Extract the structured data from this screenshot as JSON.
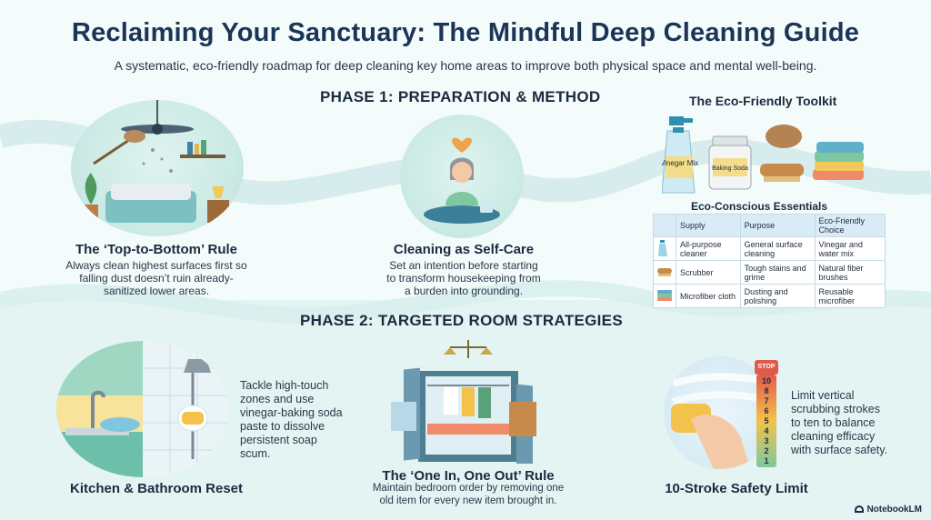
{
  "header": {
    "title": "Reclaiming Your Sanctuary: The Mindful Deep Cleaning Guide",
    "subtitle": "A systematic, eco-friendly roadmap for deep cleaning key home areas to improve both physical space and mental well-being."
  },
  "phase1": {
    "label": "PHASE 1: PREPARATION & METHOD",
    "top_to_bottom": {
      "title": "The ‘Top-to-Bottom’ Rule",
      "text": [
        "Always clean highest surfaces first so",
        "falling dust doesn’t ruin already-",
        "sanitized lower areas."
      ]
    },
    "self_care": {
      "title": "Cleaning as Self-Care",
      "text": [
        "Set an intention before starting",
        "to transform housekeeping from",
        "a burden into grounding."
      ]
    }
  },
  "toolkit": {
    "title": "The Eco-Friendly Toolkit",
    "labels": {
      "vinegar": "Vinegar Mix",
      "soda": "Baking Soda"
    },
    "essentials_title": "Eco-Conscious Essentials",
    "headers": [
      "Supply",
      "Purpose",
      "Eco-Friendly Choice"
    ],
    "rows": [
      {
        "icon": "spray-bottle-icon",
        "supply": "All-purpose cleaner",
        "purpose": "General surface cleaning",
        "choice": "Vinegar and water mix"
      },
      {
        "icon": "brush-icon",
        "supply": "Scrubber",
        "purpose": "Tough stains and grime",
        "choice": "Natural fiber brushes"
      },
      {
        "icon": "cloth-stack-icon",
        "supply": "Microfiber cloth",
        "purpose": "Dusting and polishing",
        "choice": "Reusable microfiber"
      }
    ]
  },
  "phase2": {
    "label": "PHASE 2: TARGETED ROOM STRATEGIES",
    "kitchen": {
      "title": "Kitchen & Bathroom Reset",
      "text": [
        "Tackle high-touch",
        "zones and use",
        "vinegar-baking soda",
        "paste to dissolve",
        "persistent soap",
        "scum."
      ]
    },
    "one_in": {
      "title": "The ‘One In, One Out’ Rule",
      "text": [
        "Maintain bedroom order by removing one",
        "old item for every new item brought in."
      ]
    },
    "stroke": {
      "title": "10-Stroke Safety Limit",
      "stop": "STOP",
      "scale": [
        "10",
        "8",
        "7",
        "6",
        "5",
        "4",
        "3",
        "2",
        "1"
      ],
      "text": [
        "Limit vertical",
        "scrubbing strokes",
        "to ten to balance",
        "cleaning efficacy",
        "with surface safety."
      ]
    }
  },
  "footer": {
    "brand": "NotebookLM"
  }
}
